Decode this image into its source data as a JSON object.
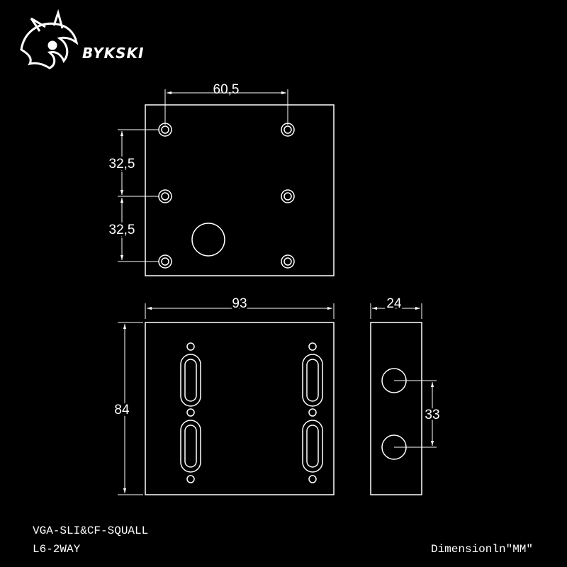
{
  "brand": {
    "name": "BYKSKI",
    "logo_icon": "dragon-logo-icon"
  },
  "colors": {
    "background": "#000000",
    "line": "#ffffff"
  },
  "dimensions": {
    "top_width": "60,5",
    "spacing_upper": "32,5",
    "spacing_lower": "32,5",
    "front_width": "93",
    "front_height": "84",
    "side_width": "24",
    "port_spacing": "33"
  },
  "footer": {
    "model": "VGA-SLI&CF-SQUALL",
    "variant": "L6-2WAY",
    "unit_note": "Dimensionln\"MM\""
  }
}
